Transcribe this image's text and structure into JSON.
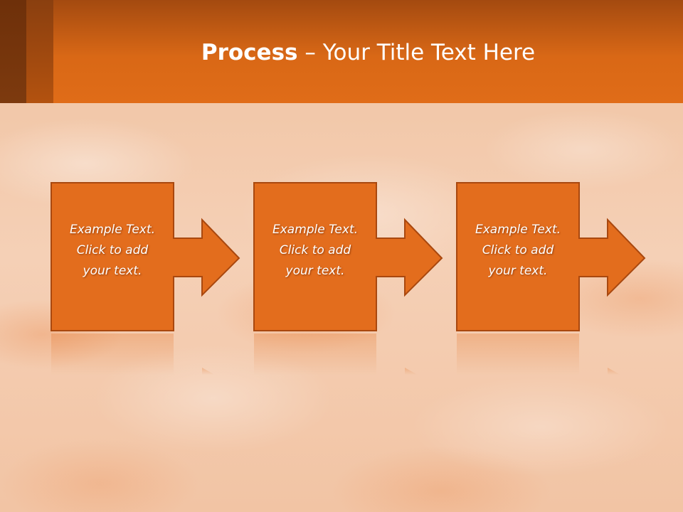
{
  "header": {
    "title_bold": "Process",
    "title_rest": " – Your Title Text Here"
  },
  "steps": [
    {
      "line1": "Example Text.",
      "line2": "Click  to add",
      "line3": "your text."
    },
    {
      "line1": "Example Text.",
      "line2": "Click  to add",
      "line3": "your text."
    },
    {
      "line1": "Example Text.",
      "line2": "Click  to add",
      "line3": "your text."
    }
  ],
  "colors": {
    "header": "#e06c18",
    "box_fill": "#e36d1d",
    "box_stroke": "#a9480f",
    "text": "#ffffff"
  }
}
